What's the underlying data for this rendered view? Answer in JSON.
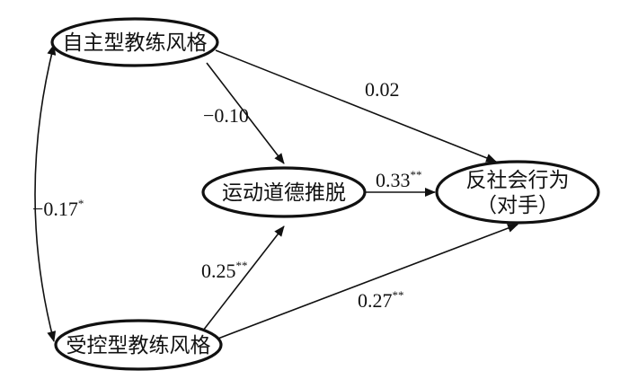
{
  "nodes": {
    "autonomy": {
      "label": "自主型教练风格"
    },
    "control": {
      "label": "受控型教练风格"
    },
    "disengagement": {
      "label": "运动道德推脱"
    },
    "antisocial": {
      "line1": "反社会行为",
      "line2": "（对手）"
    }
  },
  "paths": {
    "autonomy_to_disengagement": {
      "value": "−0.10",
      "sig": ""
    },
    "autonomy_to_antisocial": {
      "value": "0.02",
      "sig": ""
    },
    "control_to_disengagement": {
      "value": "0.25",
      "sig": "**"
    },
    "control_to_antisocial": {
      "value": "0.27",
      "sig": "**"
    },
    "disengagement_to_antisocial": {
      "value": "0.33",
      "sig": "**"
    },
    "autonomy_control_correlation": {
      "value": "−0.17",
      "sig": "*"
    }
  },
  "colors": {
    "stroke": "#111111",
    "background": "#ffffff"
  }
}
